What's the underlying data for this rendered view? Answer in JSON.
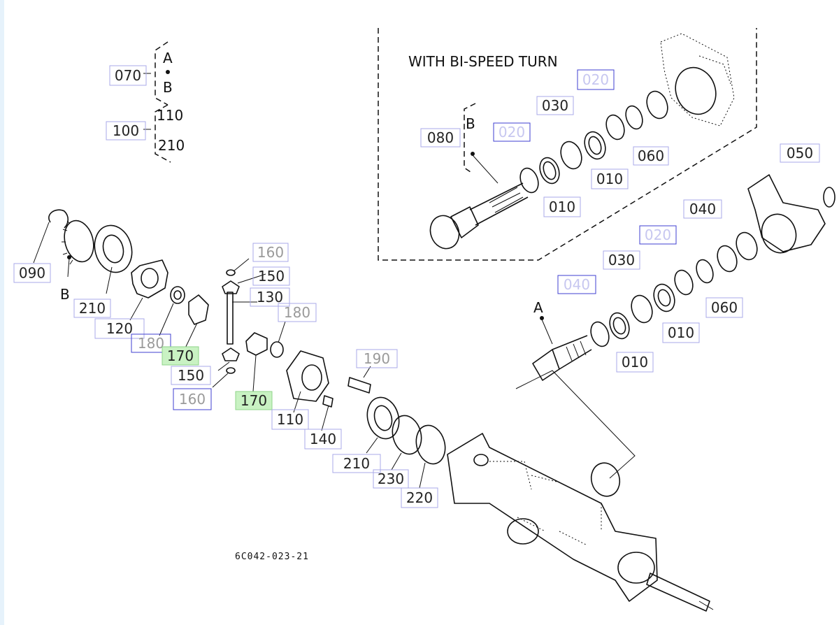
{
  "colors": {
    "callout_border": "#a9a9e8",
    "callout_selected_border": "#3f3fd0",
    "callout_highlight_fill": "#c9f2c3",
    "left_strip": "#e6f2fb"
  },
  "diagram": {
    "inset_title": "WITH BI-SPEED TURN",
    "code": "6C042-023-21"
  },
  "legend": {
    "a_label": "A",
    "b_label": "B",
    "items": [
      "110",
      "210"
    ]
  },
  "reference_letters": {
    "b_main": "B",
    "b_inset": "B",
    "a_main": "A"
  },
  "callouts": [
    {
      "id": "070",
      "label": "070",
      "style": "normal"
    },
    {
      "id": "100",
      "label": "100",
      "style": "normal"
    },
    {
      "id": "090",
      "label": "090",
      "style": "normal"
    },
    {
      "id": "210a",
      "label": "210",
      "style": "normal"
    },
    {
      "id": "120",
      "label": "120",
      "style": "normal"
    },
    {
      "id": "180a",
      "label": "180",
      "style": "dim-blue"
    },
    {
      "id": "170a",
      "label": "170",
      "style": "green"
    },
    {
      "id": "150a",
      "label": "150",
      "style": "normal"
    },
    {
      "id": "160a",
      "label": "160",
      "style": "dim-blue"
    },
    {
      "id": "160b",
      "label": "160",
      "style": "dim"
    },
    {
      "id": "150b",
      "label": "150",
      "style": "normal"
    },
    {
      "id": "130",
      "label": "130",
      "style": "normal"
    },
    {
      "id": "180b",
      "label": "180",
      "style": "dim"
    },
    {
      "id": "170b",
      "label": "170",
      "style": "green"
    },
    {
      "id": "110",
      "label": "110",
      "style": "normal"
    },
    {
      "id": "140",
      "label": "140",
      "style": "normal"
    },
    {
      "id": "190",
      "label": "190",
      "style": "dim"
    },
    {
      "id": "210b",
      "label": "210",
      "style": "normal"
    },
    {
      "id": "230",
      "label": "230",
      "style": "normal"
    },
    {
      "id": "220",
      "label": "220",
      "style": "normal"
    },
    {
      "id": "080",
      "label": "080",
      "style": "normal"
    },
    {
      "id": "020a",
      "label": "020",
      "style": "blank-blue"
    },
    {
      "id": "030a",
      "label": "030",
      "style": "normal"
    },
    {
      "id": "020b",
      "label": "020",
      "style": "blank-blue"
    },
    {
      "id": "010a",
      "label": "010",
      "style": "normal"
    },
    {
      "id": "010b",
      "label": "010",
      "style": "normal"
    },
    {
      "id": "060a",
      "label": "060",
      "style": "normal"
    },
    {
      "id": "050",
      "label": "050",
      "style": "normal"
    },
    {
      "id": "040a",
      "label": "040",
      "style": "normal"
    },
    {
      "id": "020c",
      "label": "020",
      "style": "blank-blue"
    },
    {
      "id": "030b",
      "label": "030",
      "style": "normal"
    },
    {
      "id": "040b",
      "label": "040",
      "style": "blank-blue"
    },
    {
      "id": "060b",
      "label": "060",
      "style": "normal"
    },
    {
      "id": "010c",
      "label": "010",
      "style": "normal"
    },
    {
      "id": "010d",
      "label": "010",
      "style": "normal"
    }
  ]
}
